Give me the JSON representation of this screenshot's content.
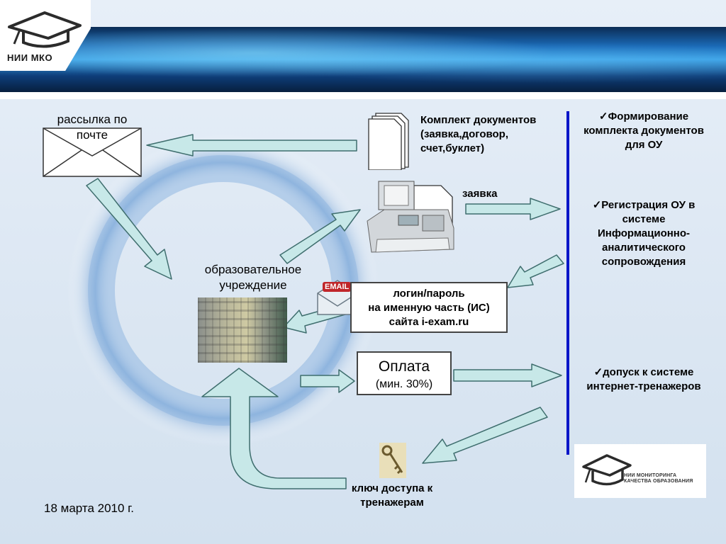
{
  "header": {
    "org_logo_text": "НИИ МКО"
  },
  "mail": {
    "label": "рассылка по почте"
  },
  "documents": {
    "text": "Комплект документов (заявка,договор, счет,буклет)"
  },
  "request": {
    "label": "заявка"
  },
  "institution": {
    "label": "образовательное учреждение"
  },
  "email_icon": {
    "badge": "EMAIL"
  },
  "login": {
    "line1": "логин/пароль",
    "line2": "на именную часть (ИС)",
    "line3": "сайта i-exam.ru"
  },
  "payment": {
    "title": "Оплата",
    "subtitle": "(мин. 30%)"
  },
  "key": {
    "label": "ключ доступа к тренажерам"
  },
  "footer": {
    "date": "18 марта 2010 г."
  },
  "steps": [
    {
      "text": "Формирование комплекта документов для ОУ"
    },
    {
      "text": "Регистрация ОУ в системе Информационно-аналитического сопровождения"
    },
    {
      "text": "допуск к системе интернет-тренажеров"
    }
  ],
  "bottom_logo": {
    "line1": "НИИ МОНИТОРИНГА",
    "line2": "КАЧЕСТВА ОБРАЗОВАНИЯ"
  },
  "colors": {
    "arrow_fill": "#c7e8e8",
    "arrow_stroke": "#3f6e6e",
    "divider": "#0a16c8",
    "ring": "#8fb6e0"
  }
}
